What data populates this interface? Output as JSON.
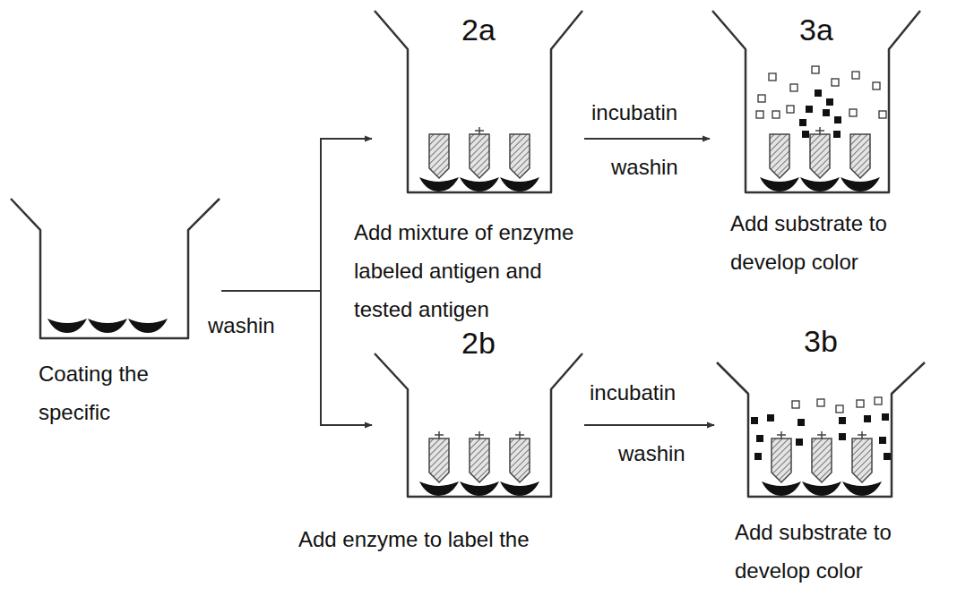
{
  "diagram": {
    "nodes": [
      {
        "text": [
          "Coating the specific"
        ]
      },
      {
        "text": [
          "2a",
          "Add mixture of enzyme labeled antigen and tested antigen"
        ]
      },
      {
        "text": [
          "3a",
          "Add substrate to develop color"
        ]
      },
      {
        "text": [
          "2b",
          "Add enzyme to label the"
        ]
      },
      {
        "text": [
          "3b",
          "Add substrate to develop color"
        ]
      }
    ],
    "edges": [
      {
        "from": 0,
        "to": 1,
        "arrow": "to"
      },
      {
        "from": 0,
        "to": 3,
        "arrow": "to"
      },
      {
        "from": 1,
        "to": 2,
        "arrow": "to"
      },
      {
        "from": 3,
        "to": 4,
        "arrow": "to"
      }
    ],
    "labels": [
      "washin",
      "incubatin",
      "washin",
      "incubatin",
      "washin"
    ]
  }
}
